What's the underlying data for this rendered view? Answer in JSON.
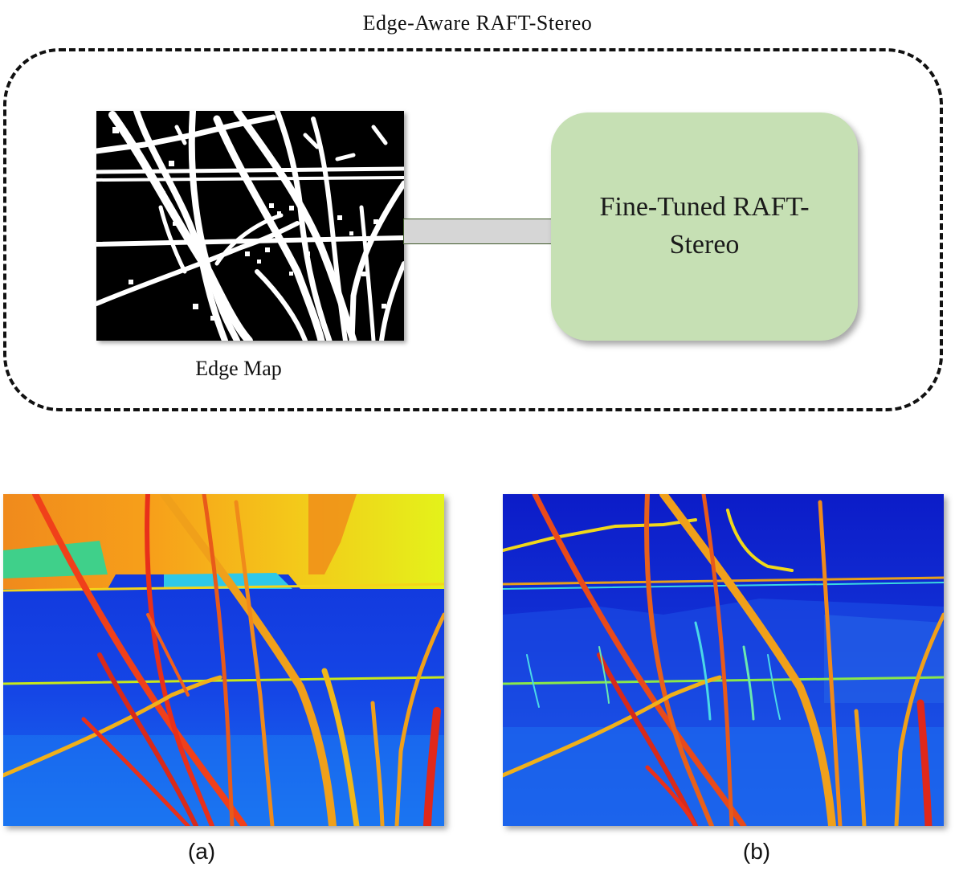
{
  "title": "Edge-Aware  RAFT-Stereo",
  "edge_map": {
    "caption": "Edge Map"
  },
  "model": {
    "label": "Fine-Tuned RAFT-Stereo"
  },
  "panels": [
    {
      "label": "(a)"
    },
    {
      "label": "(b)"
    }
  ],
  "colors": {
    "model_fill": "#c6e0b4",
    "connector_fill": "#d6d6d6",
    "outline": "#111111"
  }
}
